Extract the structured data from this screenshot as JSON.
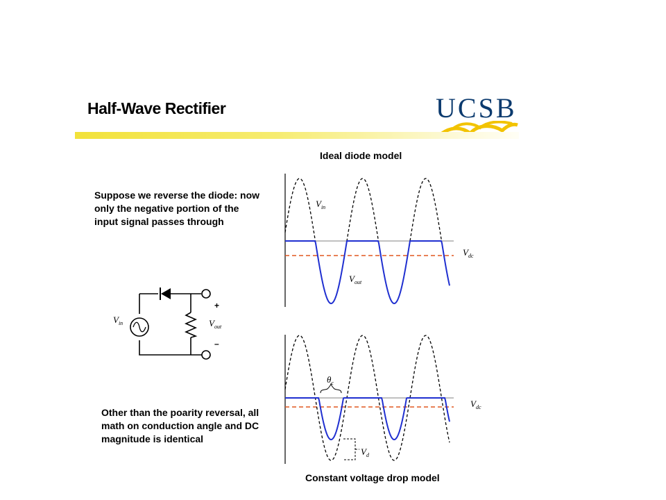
{
  "slide": {
    "title": "Half-Wave Rectifier",
    "logo_text": "UCSB",
    "intro_text": "Suppose we reverse the diode: now only the negative portion of the input signal passes through",
    "closing_text": "Other than the poarity reversal, all math on conduction angle and DC magnitude is identical"
  },
  "circuit": {
    "vin_main": "V",
    "vin_sub": "in",
    "vout_main": "V",
    "vout_sub": "out",
    "plus": "+",
    "minus": "–"
  },
  "plot_top": {
    "caption": "Ideal diode model",
    "vin_main": "V",
    "vin_sub": "in",
    "vout_main": "V",
    "vout_sub": "out",
    "vdc_main": "V",
    "vdc_sub": "dc"
  },
  "plot_bottom": {
    "caption": "Constant voltage drop model",
    "theta_main": "θ",
    "theta_sub": "c",
    "vdc_main": "V",
    "vdc_sub": "dc",
    "vd_main": "V",
    "vd_sub": "d"
  },
  "colors": {
    "output_wave": "#1f2fd0",
    "dc_line": "#e0561e",
    "logo": "#0b3a6e",
    "logo_wave": "#f2c300",
    "title_bar": "#f2e23a"
  }
}
